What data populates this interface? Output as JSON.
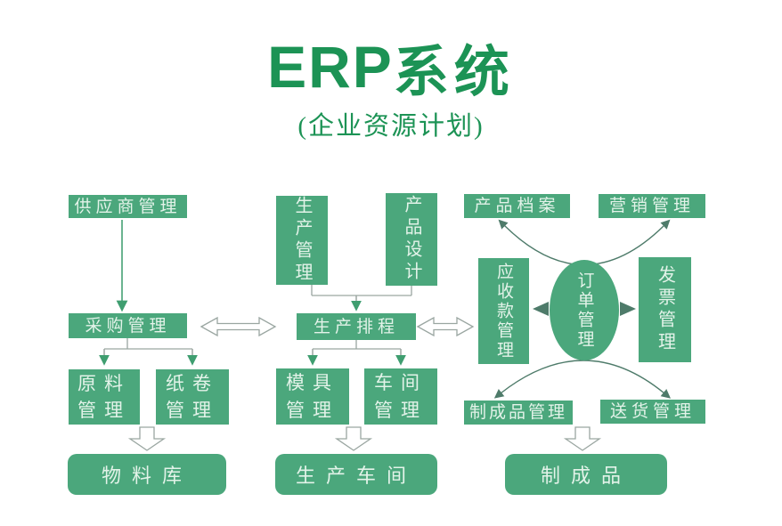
{
  "title": {
    "en": "ERP",
    "zh": "系统"
  },
  "subtitle": "(企业资源计划)",
  "colors": {
    "box_green": "#4ba77c",
    "title_green": "#1c9355",
    "box_text": "#e3f3e9",
    "connector_gray": "#9aa6a1",
    "arrowhead_green": "#3f9e70",
    "curve_dark_green": "#4e7b6a"
  },
  "nodes": {
    "supplier": "供应商管理",
    "purchasing": "采购管理",
    "raw_material": "原料管理",
    "paper_roll": "纸卷管理",
    "material_warehouse": "物料库",
    "production": "生产管理",
    "product_design": "产品设计",
    "scheduling": "生产排程",
    "mold": "模具管理",
    "workshop": "车间管理",
    "production_workshop": "生产车间",
    "product_archive": "产品档案",
    "marketing": "营销管理",
    "receivables": "应收款管理",
    "order": "订单管理",
    "invoice": "发票管理",
    "finished_goods_mgmt": "制成品管理",
    "delivery": "送货管理",
    "finished_goods": "制成品"
  },
  "connections": [
    {
      "from": "supplier",
      "to": "purchasing",
      "style": "solid-arrow"
    },
    {
      "from": "purchasing",
      "to": "raw_material",
      "style": "branch-arrow"
    },
    {
      "from": "purchasing",
      "to": "paper_roll",
      "style": "branch-arrow"
    },
    {
      "from": "purchasing",
      "to": "scheduling",
      "style": "hollow-double-arrow"
    },
    {
      "from": "production",
      "to": "scheduling",
      "style": "merge-arrow"
    },
    {
      "from": "product_design",
      "to": "scheduling",
      "style": "merge-arrow"
    },
    {
      "from": "scheduling",
      "to": "mold",
      "style": "branch-arrow"
    },
    {
      "from": "scheduling",
      "to": "workshop",
      "style": "branch-arrow"
    },
    {
      "from": "scheduling",
      "to": "receivables",
      "style": "hollow-double-arrow"
    },
    {
      "from": "raw_material+paper_roll",
      "to": "material_warehouse",
      "style": "hollow-block-arrow"
    },
    {
      "from": "mold+workshop",
      "to": "production_workshop",
      "style": "hollow-block-arrow"
    },
    {
      "from": "order",
      "to": "product_archive",
      "style": "curved-arrow"
    },
    {
      "from": "order",
      "to": "marketing",
      "style": "curved-arrow"
    },
    {
      "from": "order",
      "to": "receivables",
      "style": "solid-arrow"
    },
    {
      "from": "order",
      "to": "invoice",
      "style": "solid-arrow"
    },
    {
      "from": "order",
      "to": "finished_goods_mgmt",
      "style": "curved-arrow"
    },
    {
      "from": "order",
      "to": "delivery",
      "style": "curved-arrow"
    },
    {
      "from": "finished_goods_mgmt+delivery",
      "to": "finished_goods",
      "style": "hollow-block-arrow"
    }
  ]
}
